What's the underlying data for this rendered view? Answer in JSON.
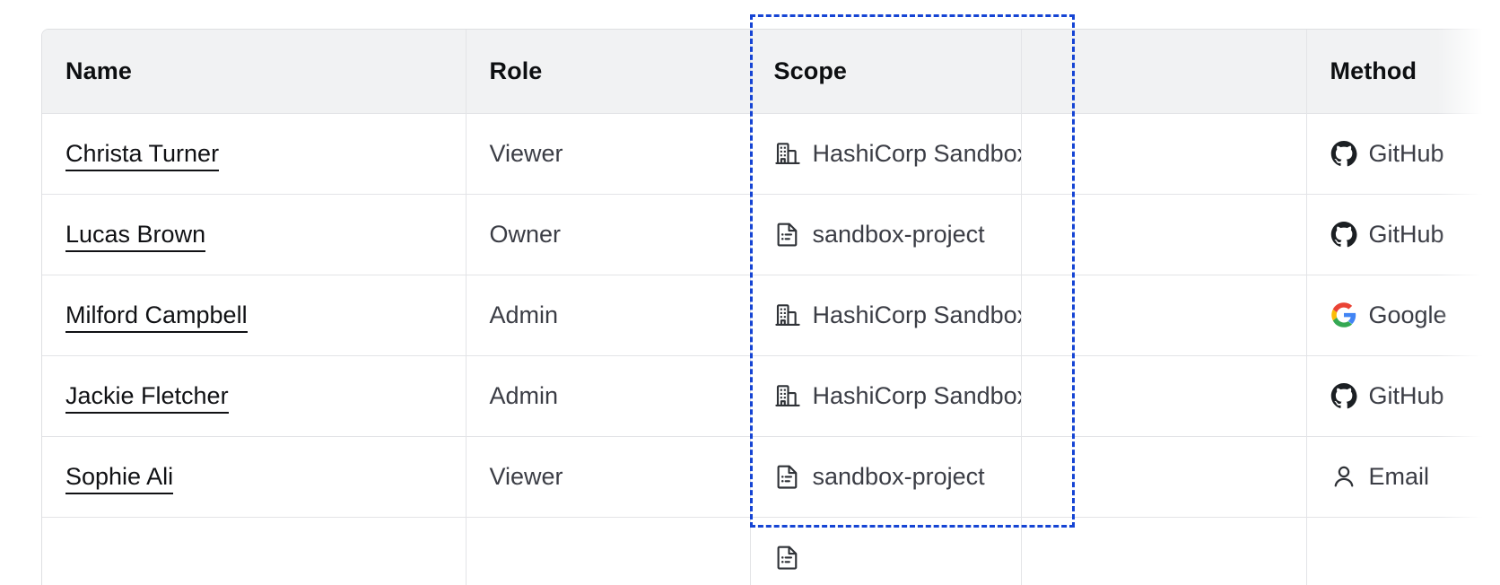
{
  "table": {
    "columns": [
      {
        "key": "name",
        "label": "Name"
      },
      {
        "key": "role",
        "label": "Role"
      },
      {
        "key": "scope",
        "label": "Scope"
      },
      {
        "key": "extra",
        "label": ""
      },
      {
        "key": "method",
        "label": "Method"
      }
    ],
    "rows": [
      {
        "name": "Christa Turner",
        "role": "Viewer",
        "scope": "HashiCorp Sandbox",
        "scope_icon": "org-building-icon",
        "method": "GitHub",
        "method_icon": "github-icon"
      },
      {
        "name": "Lucas Brown",
        "role": "Owner",
        "scope": "sandbox-project",
        "scope_icon": "project-document-icon",
        "method": "GitHub",
        "method_icon": "github-icon"
      },
      {
        "name": "Milford Campbell",
        "role": "Admin",
        "scope": "HashiCorp Sandbox",
        "scope_icon": "org-building-icon",
        "method": "Google",
        "method_icon": "google-icon"
      },
      {
        "name": "Jackie Fletcher",
        "role": "Admin",
        "scope": "HashiCorp Sandbox",
        "scope_icon": "org-building-icon",
        "method": "GitHub",
        "method_icon": "github-icon"
      },
      {
        "name": "Sophie Ali",
        "role": "Viewer",
        "scope": "sandbox-project",
        "scope_icon": "project-document-icon",
        "method": "Email",
        "method_icon": "user-person-icon"
      },
      {
        "name": "",
        "role": "",
        "scope": "",
        "scope_icon": "project-document-icon",
        "method": "",
        "method_icon": ""
      }
    ]
  },
  "selection": {
    "target_column": "Scope",
    "border_color": "#1544d4",
    "style": "dashed"
  },
  "colors": {
    "header_bg": "#f1f2f3",
    "header_text": "#0d0f11",
    "body_text": "#3b3d45",
    "link_text": "#101114",
    "border": "#e3e4e7",
    "icon_dark": "#2f3237",
    "google_blue": "#4285f4",
    "google_red": "#ea4335",
    "google_yellow": "#fbbc05",
    "google_green": "#34a853"
  }
}
